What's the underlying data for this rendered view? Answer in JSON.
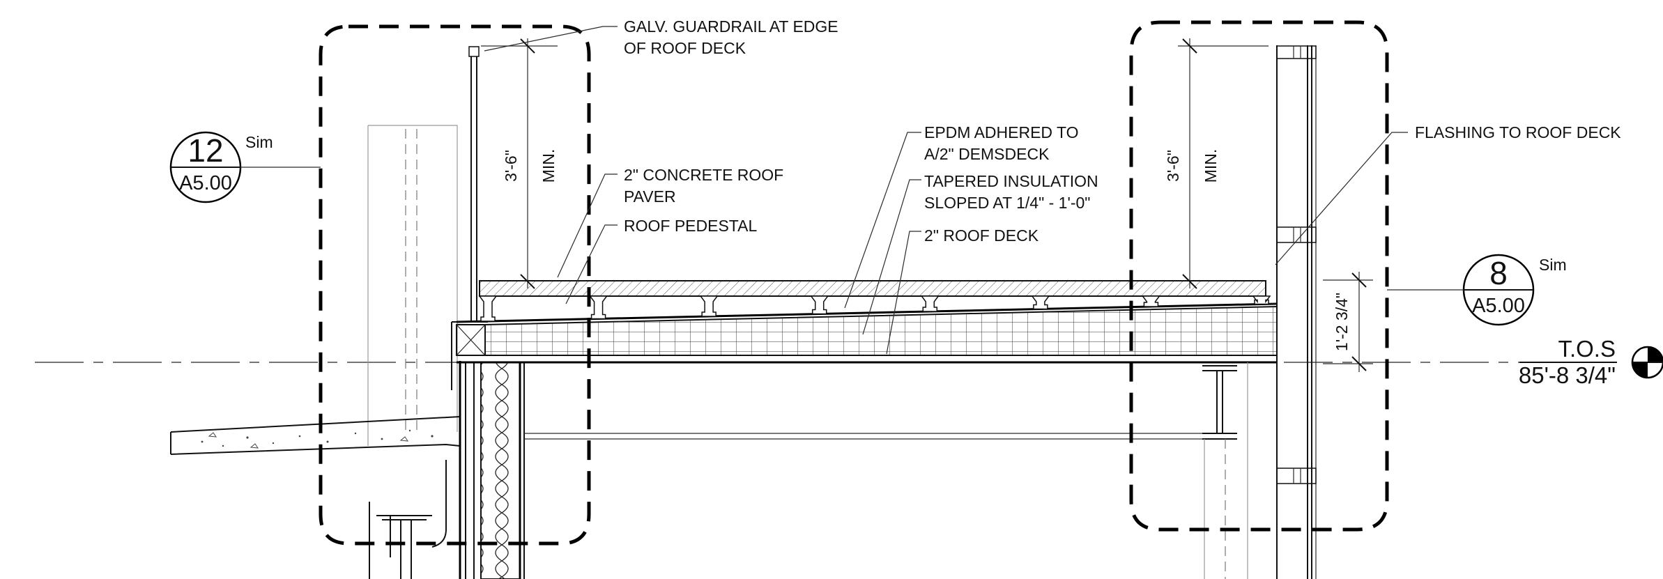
{
  "callouts": {
    "guardrail_1": "GALV. GUARDRAIL AT EDGE",
    "guardrail_2": "OF ROOF DECK",
    "paver_1": "2\" CONCRETE ROOF",
    "paver_2": "PAVER",
    "pedestal": "ROOF PEDESTAL",
    "epdm_1": "EPDM ADHERED TO",
    "epdm_2": "A/2\" DEMSDECK",
    "insulation_1": "TAPERED INSULATION",
    "insulation_2": "SLOPED AT 1/4\" - 1'-0\"",
    "roof_deck": "2\" ROOF DECK",
    "flashing": "FLASHING TO ROOF DECK"
  },
  "dimensions": {
    "left_height": "3'-6\"",
    "left_min": "MIN.",
    "right_height": "3'-6\"",
    "right_min": "MIN.",
    "slab_depth": "1'-2 3/4\""
  },
  "detail_refs": {
    "left": {
      "number": "12",
      "sheet": "A5.00",
      "note": "Sim"
    },
    "right": {
      "number": "8",
      "sheet": "A5.00",
      "note": "Sim"
    }
  },
  "elevation_marker": {
    "label": "T.O.S",
    "value": "85'-8 3/4\""
  },
  "pedestal_count": 8
}
